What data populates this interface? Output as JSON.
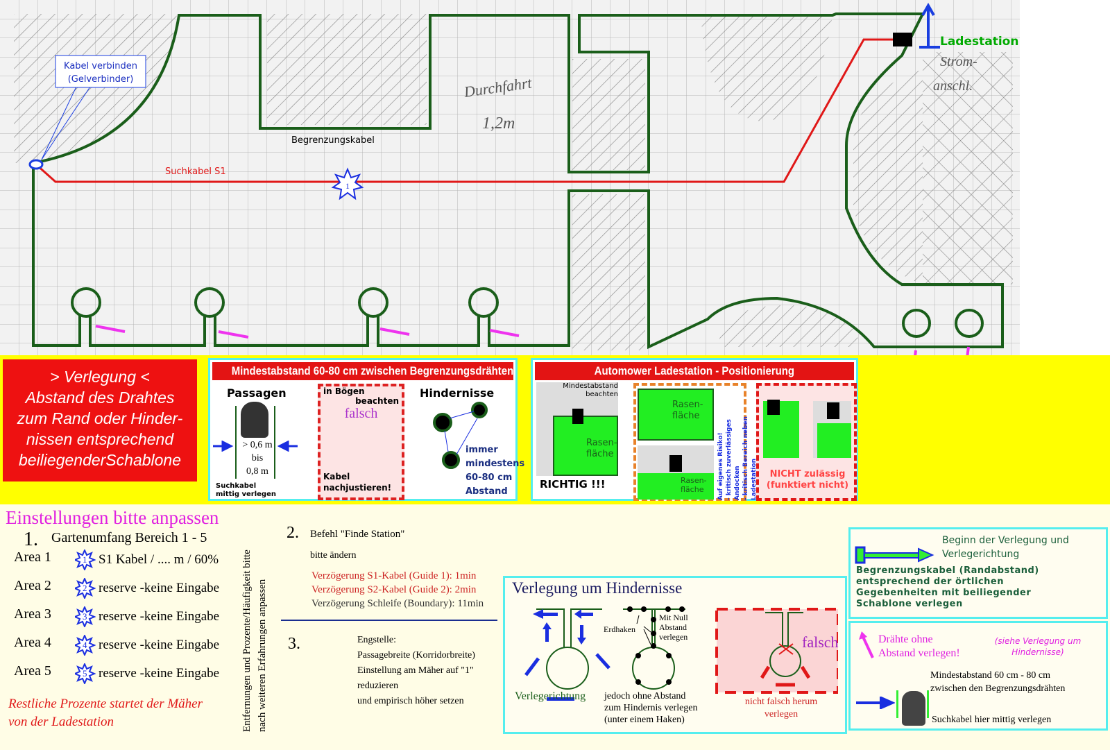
{
  "map": {
    "connector_label_1": "Kabel verbinden",
    "connector_label_2": "(Gelverbinder)",
    "boundary_label": "Begrenzungskabel",
    "guide_label": "Suchkabel S1",
    "passage_label_1": "Durchfahrt",
    "passage_label_2": "1,2m",
    "station_label": "Ladestation",
    "power_label_1": "Strom-",
    "power_label_2": "anschl.",
    "star_number": "1",
    "colors": {
      "boundary": "#1a5e1a",
      "guide": "#e01818",
      "arrow": "#ee33ee"
    }
  },
  "intro_box": {
    "lines": [
      "> Verlegung <",
      "Abstand des Drahtes",
      "zum Rand oder Hinder-",
      "nissen entsprechend",
      "beiliegenderSchablone"
    ]
  },
  "distance_panel": {
    "title": "Mindestabstand 60-80 cm zwischen Begrenzungsdrähten",
    "passagen": "Passagen",
    "gt": "> 0,6 m",
    "bis": "bis",
    "max": "0,8 m",
    "such1": "Suchkabel",
    "such2": "mittig verlegen",
    "boegen1": "in Bögen",
    "boegen2": "beachten",
    "falsch": "falsch",
    "kabel1": "Kabel",
    "kabel2": "nachjustieren!",
    "hindernisse": "Hindernisse",
    "immer": "immer",
    "mindestens": "mindestens",
    "cm": "60-80 cm",
    "abstand": "Abstand"
  },
  "station_panel": {
    "title": "Automower Ladestation - Positionierung",
    "mind1": "Mindestabstand",
    "mind2": "beachten",
    "rasen1": "Rasen-",
    "rasen2": "fläche",
    "richtig": "RICHTIG !!!",
    "risk1": "Auf eigenes Risiko!",
    "risk2": "- kritisch zuverlässiges Andocken",
    "risk3": "- kritisch Bereich neben Ladestation",
    "nicht1": "NICHT zulässig",
    "nicht2": "(funktiert nicht)"
  },
  "settings": {
    "title": "Einstellungen bitte anpassen",
    "s1_num": "1.",
    "s1_title": "Gartenumfang Bereich 1 - 5",
    "areas": [
      {
        "name": "Area 1",
        "num": "1",
        "text": "S1 Kabel / .... m / 60%"
      },
      {
        "name": "Area 2",
        "num": "2",
        "text": "reserve -keine Eingabe"
      },
      {
        "name": "Area 3",
        "num": "3",
        "text": "reserve -keine Eingabe"
      },
      {
        "name": "Area 4",
        "num": "4",
        "text": "reserve -keine Eingabe"
      },
      {
        "name": "Area 5",
        "num": "5",
        "text": "reserve -keine Eingabe"
      }
    ],
    "rest1": "Restliche Prozente  startet der Mäher",
    "rest2": "von der Ladestation",
    "vert1": "Entfernungen und Prozente/Häufigkeit bitte",
    "vert2": "nach weiteren Erfahrungen anpassen",
    "s2_num": "2.",
    "s2_title": "Befehl \"Finde Station\"",
    "s2_sub": "bitte ändern",
    "d1": "Verzögerung S1-Kabel (Guide 1): 1min",
    "d2": "Verzögerung S2-Kabel (Guide 2): 2min",
    "d3": "Verzögerung Schleife (Boundary): 11min",
    "s3_num": "3.",
    "s3_lines": [
      "Engstelle:",
      "Passagebreite (Korridorbreite)",
      "Einstellung am Mäher auf \"1\"",
      "reduzieren",
      "und empirisch höher setzen"
    ]
  },
  "obstacle_box": {
    "title": "Verlegung um Hindernisse",
    "dir": "Verlegerichtung",
    "erdhaken": "Erdhaken",
    "mit1": "Mit Null",
    "mit2": "Abstand",
    "mit3": "verlegen",
    "jedoch1": "jedoch ohne Abstand",
    "jedoch2": "zum Hindernis verlegen",
    "jedoch3": "(unter einem Haken)",
    "falsch": "falsch",
    "nicht1": "nicht falsch herum",
    "nicht2": "verlegen"
  },
  "legend_box": {
    "begin1": "Beginn der Verlegung und",
    "begin2": "Verlegerichtung",
    "lines": [
      "Begrenzungskabel (Randabstand)",
      "entsprechend der örtlichen",
      "Gegebenheiten mit beiliegender",
      "Schablone verlegen"
    ]
  },
  "wire_box": {
    "d1": "Drähte ohne",
    "d2": "Abstand verlegen!",
    "s1": "(siehe Verlegung um",
    "s2": "Hindernisse)",
    "m1": "Mindestabstand 60 cm - 80 cm",
    "m2": "zwischen den Begrenzungsdrähten",
    "such": "Suchkabel hier mittig verlegen"
  }
}
